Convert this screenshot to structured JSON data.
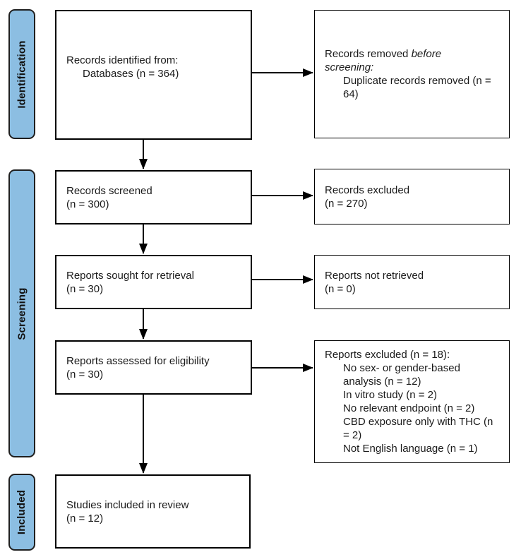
{
  "diagram": {
    "stages": {
      "identification": "Identification",
      "screening": "Screening",
      "included": "Included"
    },
    "boxes": {
      "records_identified": {
        "line1": "Records identified from:",
        "line2": "Databases (n = 364)"
      },
      "records_removed": {
        "line1_text": "Records removed ",
        "line1_italic": "before",
        "line2_italic": "screening:",
        "detail": "Duplicate records removed (n = 64)"
      },
      "records_screened": {
        "line1": "Records screened",
        "line2": "(n = 300)"
      },
      "records_excluded": {
        "line1": "Records excluded",
        "line2": "(n = 270)"
      },
      "reports_sought": {
        "line1": "Reports sought for retrieval",
        "line2": "(n = 30)"
      },
      "reports_not_retrieved": {
        "line1": "Reports not retrieved",
        "line2": "(n = 0)"
      },
      "reports_assessed": {
        "line1": "Reports assessed for eligibility",
        "line2": "(n = 30)"
      },
      "reports_excluded": {
        "header": "Reports excluded (n = 18):",
        "reasons": [
          "No sex- or gender-based analysis (n = 12)",
          "In vitro study (n = 2)",
          "No relevant endpoint (n = 2)",
          "CBD exposure only with THC (n = 2)",
          "Not English language (n = 1)"
        ]
      },
      "studies_included": {
        "line1": "Studies included in review",
        "line2": "(n = 12)"
      }
    },
    "colors": {
      "stage_fill": "#8CBEE2",
      "stage_border": "#1f1f1f",
      "box_border": "#000000",
      "arrow": "#000000"
    }
  }
}
